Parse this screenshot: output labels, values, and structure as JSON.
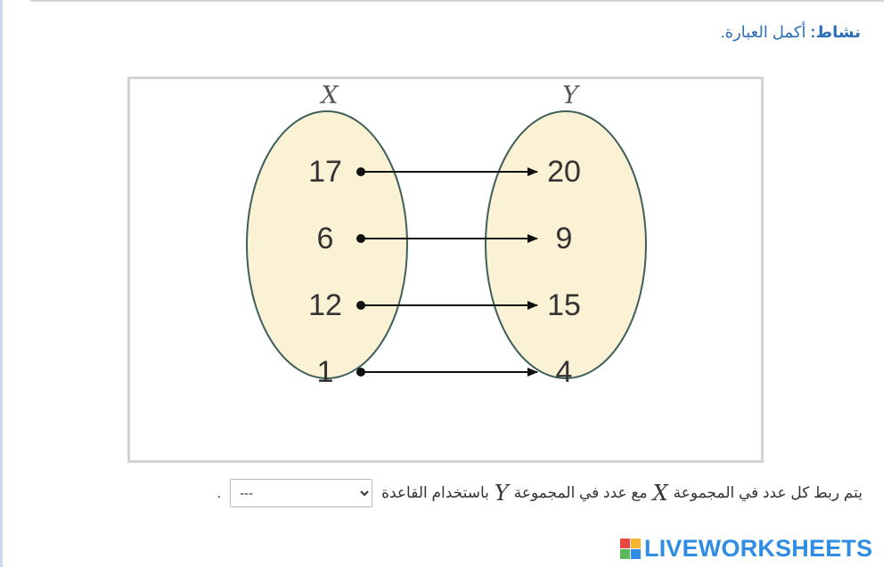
{
  "activity": {
    "label": "نشاط:",
    "text": "أكمل العبارة."
  },
  "diagram": {
    "set_x_label": "X",
    "set_y_label": "Y",
    "domain": [
      "17",
      "6",
      "12",
      "1"
    ],
    "range": [
      "20",
      "9",
      "15",
      "4"
    ],
    "mappings": [
      [
        0,
        0
      ],
      [
        1,
        1
      ],
      [
        2,
        2
      ],
      [
        3,
        3
      ]
    ],
    "ellipse_fill": "#fbf1d4",
    "ellipse_stroke": "#3f5f5a"
  },
  "sentence": {
    "part1": "يتم ربط كل عدد في المجموعة",
    "var1": "X",
    "part2": "مع عدد في المجموعة",
    "var2": "Y",
    "part3": "باستخدام القاعدة",
    "end": ".",
    "select": {
      "selected": "---",
      "options": [
        "---"
      ]
    }
  },
  "brand": {
    "text": "LIVEWORKSHEETS",
    "color": "#2f8de3",
    "icon_colors": [
      "#e8483f",
      "#f4b431",
      "#5cb85c",
      "#2f8de3"
    ]
  }
}
